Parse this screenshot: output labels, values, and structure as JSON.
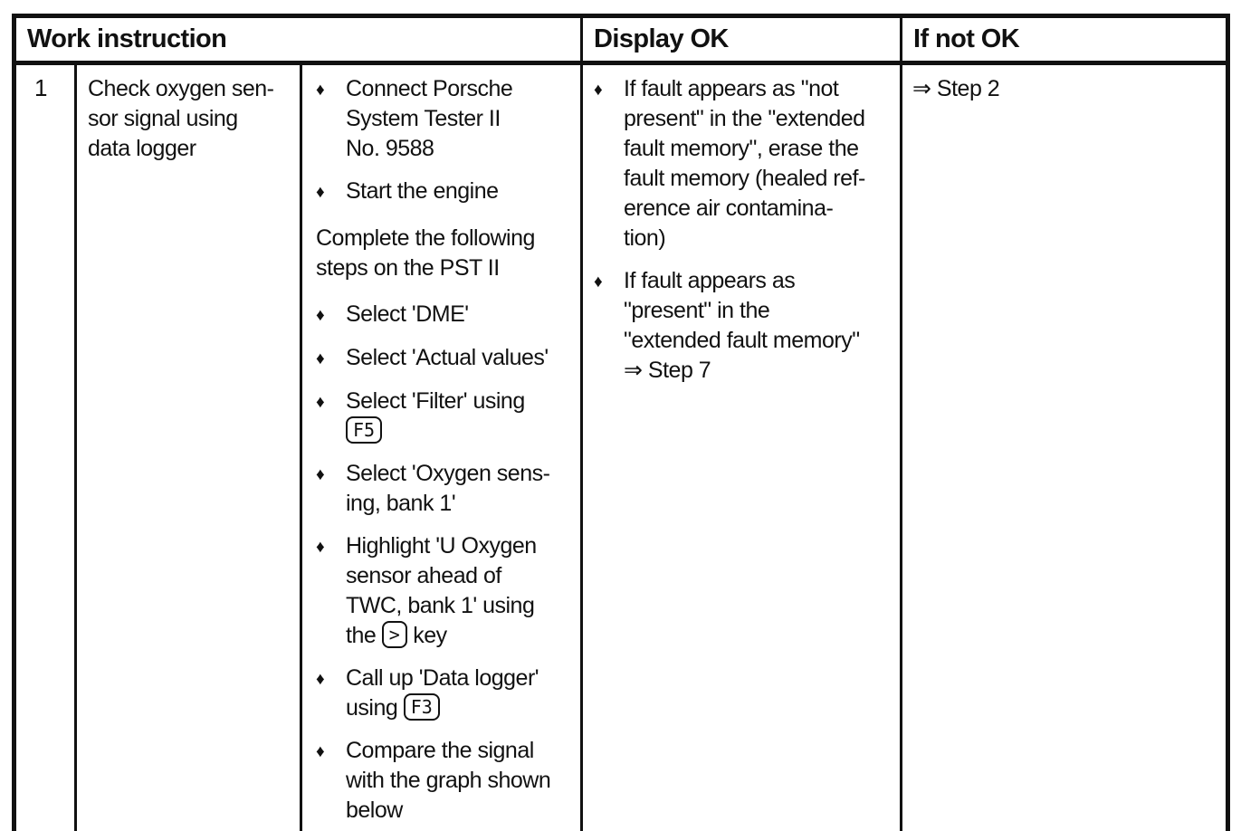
{
  "table": {
    "bullet_glyph": "♦",
    "headers": [
      {
        "label": "Work instruction"
      },
      {
        "label": "Display OK"
      },
      {
        "label": "If not OK"
      }
    ],
    "row": {
      "step_number": "1",
      "task": "Check oxygen sen-\nsor signal using\ndata logger",
      "steps": [
        {
          "type": "bullet",
          "parts": [
            {
              "text": "Connect Porsche\nSystem Tester II\nNo. 9588"
            }
          ]
        },
        {
          "type": "bullet",
          "parts": [
            {
              "text": "Start the engine"
            }
          ]
        },
        {
          "type": "para",
          "parts": [
            {
              "text": "Complete the following\nsteps on the PST II"
            }
          ]
        },
        {
          "type": "bullet",
          "parts": [
            {
              "text": "Select 'DME'"
            }
          ]
        },
        {
          "type": "bullet",
          "parts": [
            {
              "text": "Select 'Actual values'"
            }
          ]
        },
        {
          "type": "bullet",
          "parts": [
            {
              "text": "Select 'Filter' using\n"
            },
            {
              "key": "F5"
            }
          ]
        },
        {
          "type": "bullet",
          "parts": [
            {
              "text": "Select 'Oxygen sens-\ning, bank 1'"
            }
          ]
        },
        {
          "type": "bullet",
          "parts": [
            {
              "text": "Highlight 'U Oxygen\nsensor ahead of\nTWC, bank 1' using\nthe "
            },
            {
              "key": ">"
            },
            {
              "text": " key"
            }
          ]
        },
        {
          "type": "bullet",
          "parts": [
            {
              "text": "Call up 'Data logger'\nusing "
            },
            {
              "key": "F3"
            }
          ]
        },
        {
          "type": "bullet",
          "parts": [
            {
              "text": "Compare the signal\nwith the graph shown\nbelow"
            }
          ]
        }
      ],
      "display_ok": [
        {
          "type": "bullet",
          "parts": [
            {
              "text": "If fault appears as \"not\npresent\" in the \"extended\nfault memory\", erase the\nfault memory (healed ref-\nerence air contamina-\ntion)"
            }
          ]
        },
        {
          "type": "bullet",
          "parts": [
            {
              "text": "If fault appears as\n\"present\" in the\n\"extended fault memory\"\n⇒ Step 7"
            }
          ]
        }
      ],
      "if_not_ok": "⇒ Step 2"
    }
  },
  "colors": {
    "text": "#111111",
    "border": "#111111",
    "background": "#ffffff"
  }
}
